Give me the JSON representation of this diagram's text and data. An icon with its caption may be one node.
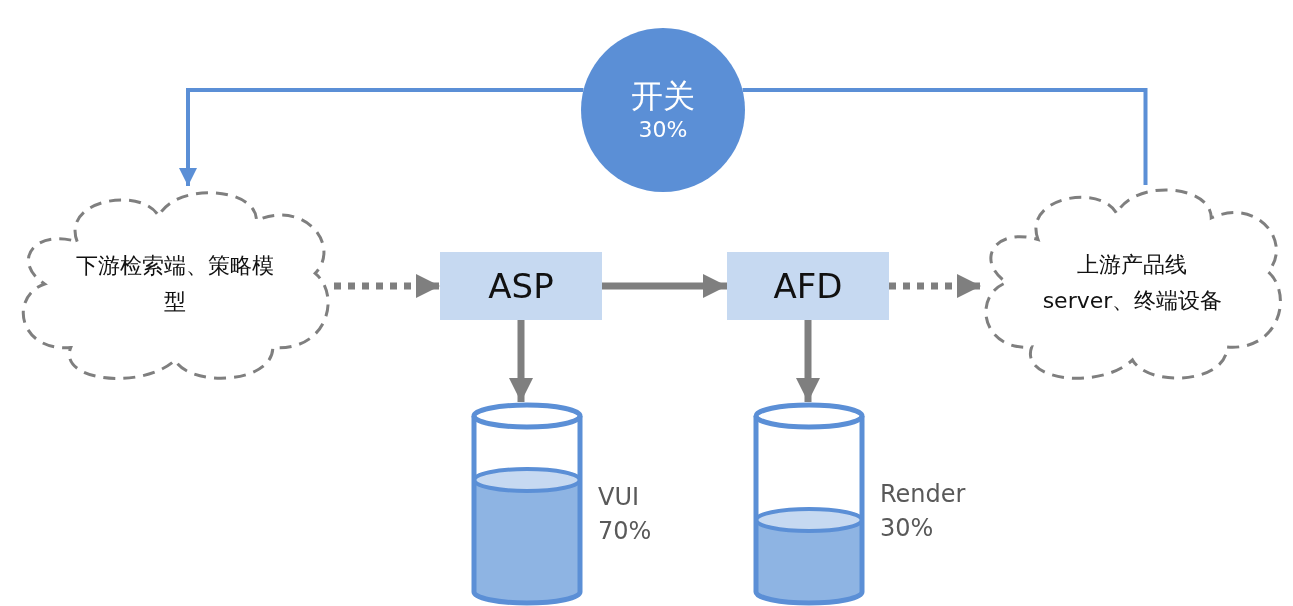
{
  "diagram": {
    "nodes": [
      {
        "text": [
          "开关",
          "30%"
        ]
      },
      {
        "text": [
          "下游检索端、策略模型"
        ]
      },
      {
        "text": [
          "ASP"
        ]
      },
      {
        "text": [
          "AFD"
        ]
      },
      {
        "text": [
          "上游产品线 server、终端设备"
        ]
      },
      {
        "text": [],
        "shape": "cylinder",
        "beside": [
          "VUI 70%"
        ]
      },
      {
        "text": [],
        "shape": "cylinder",
        "beside": [
          "Render 30%"
        ]
      }
    ],
    "edges": [
      {
        "from": 4,
        "to": 0,
        "arrow": "none",
        "color": "#5b8fd6"
      },
      {
        "from": 0,
        "to": 1,
        "arrow": "to",
        "color": "#5b8fd6"
      },
      {
        "from": 1,
        "to": 2,
        "arrow": "to",
        "style": "dashed"
      },
      {
        "from": 2,
        "to": 3,
        "arrow": "to"
      },
      {
        "from": 3,
        "to": 4,
        "arrow": "to",
        "style": "dashed"
      },
      {
        "from": 2,
        "to": 5,
        "arrow": "to"
      },
      {
        "from": 3,
        "to": 6,
        "arrow": "to"
      }
    ]
  }
}
